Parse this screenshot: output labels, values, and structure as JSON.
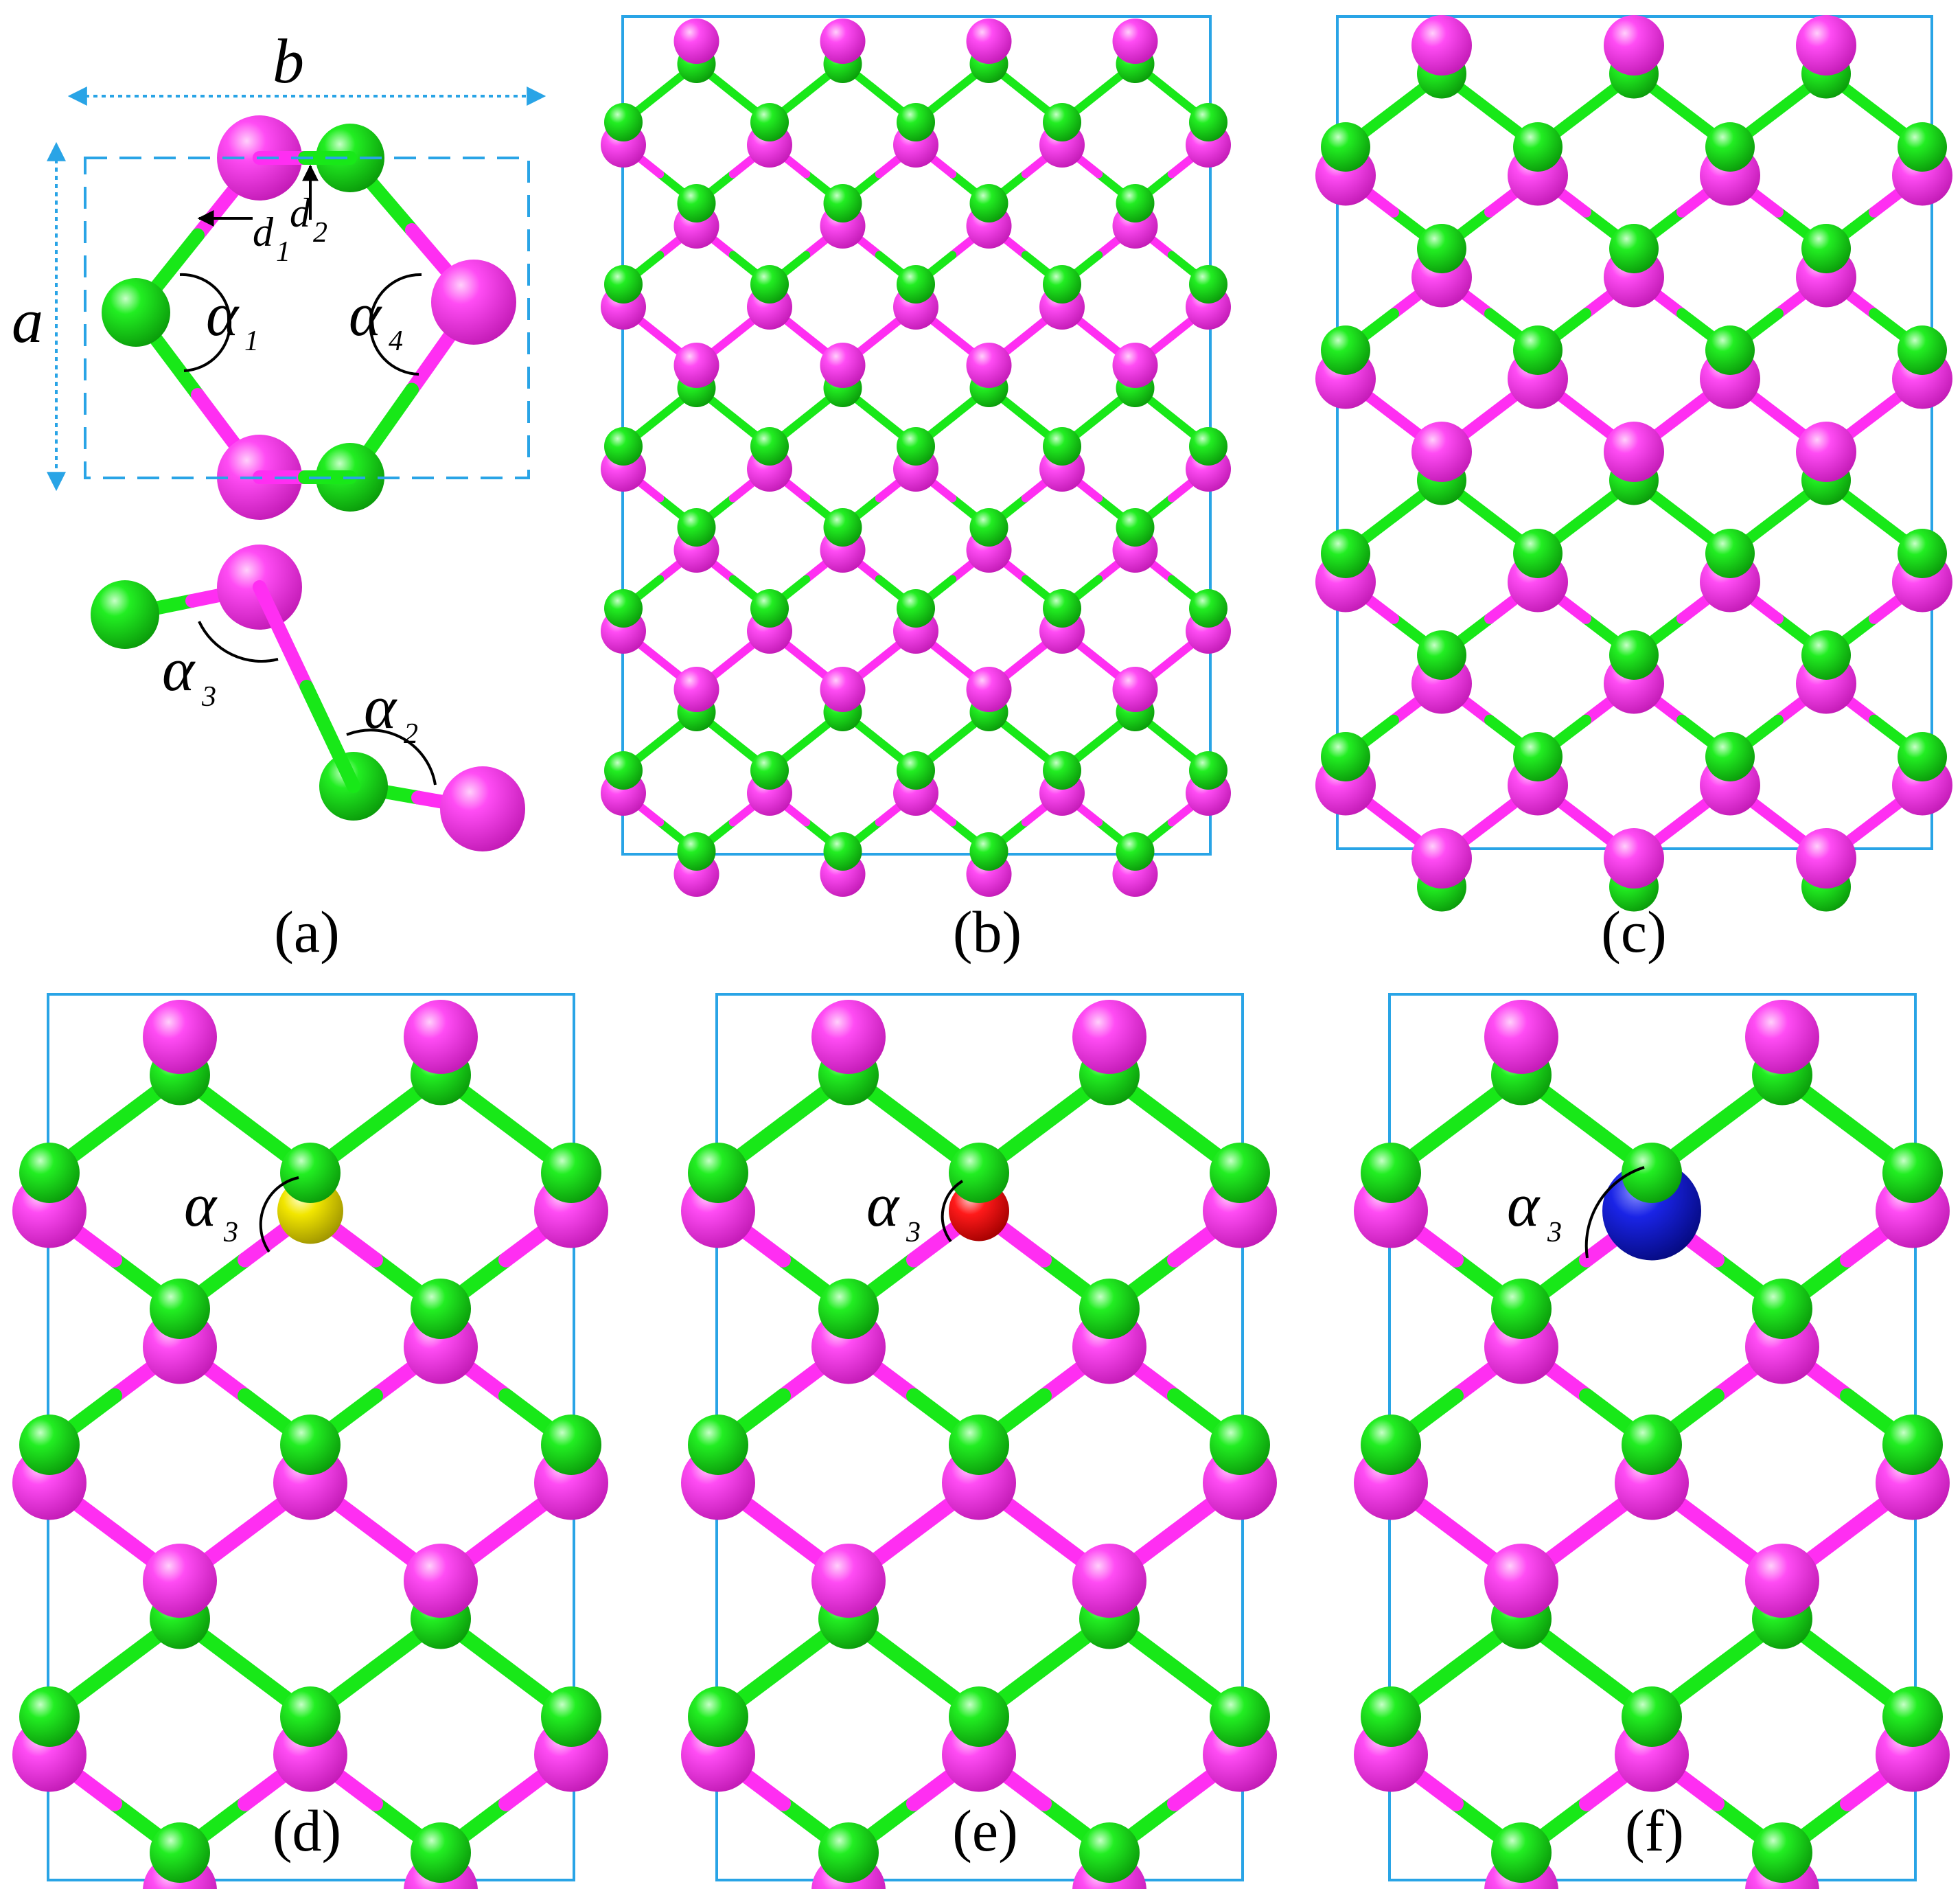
{
  "panel_labels": [
    "(a)",
    "(b)",
    "(c)",
    "(d)",
    "(e)",
    "(f)"
  ],
  "lattice_labels": {
    "a": "a",
    "b": "b"
  },
  "bond_labels": {
    "d1": "d",
    "d1_sub": "1",
    "d2": "d",
    "d2_sub": "2"
  },
  "angle_labels": {
    "alpha": "α",
    "alpha1_sub": "1",
    "alpha2_sub": "2",
    "alpha3_sub": "3",
    "alpha4_sub": "4"
  },
  "colors": {
    "atom_magenta": "#ff2ef2",
    "atom_green": "#18e818",
    "dopant_b": "#f2e600",
    "dopant_c": "#f2e600",
    "dopant_d": "#f2e600",
    "dopant_e": "#ff1a1a",
    "dopant_f": "#1a24e6",
    "cell_border": "#29a4e6",
    "dimension_line": "#29a4e6"
  }
}
